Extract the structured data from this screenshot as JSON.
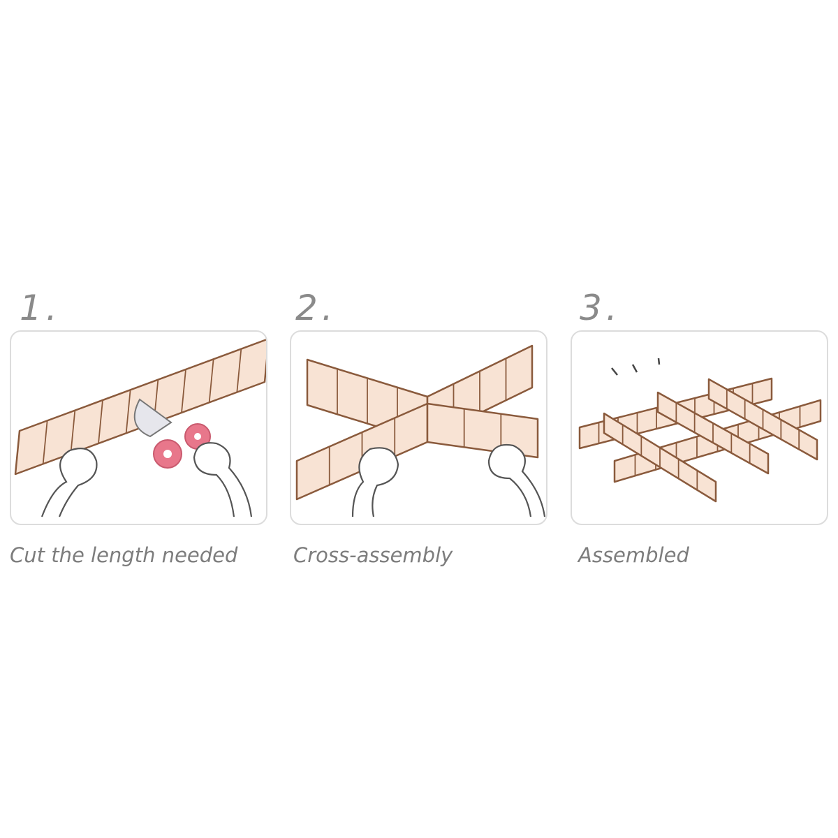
{
  "steps": [
    {
      "number": "1.",
      "caption": "Cut the length needed"
    },
    {
      "number": "2.",
      "caption": "Cross-assembly"
    },
    {
      "number": "3.",
      "caption": "Assembled"
    }
  ],
  "colors": {
    "strip_fill": "#f8e3d4",
    "strip_line": "#8a5a3c",
    "scissors": "#e8778b",
    "border": "#dcdcdc",
    "text": "#7d7d7d"
  }
}
